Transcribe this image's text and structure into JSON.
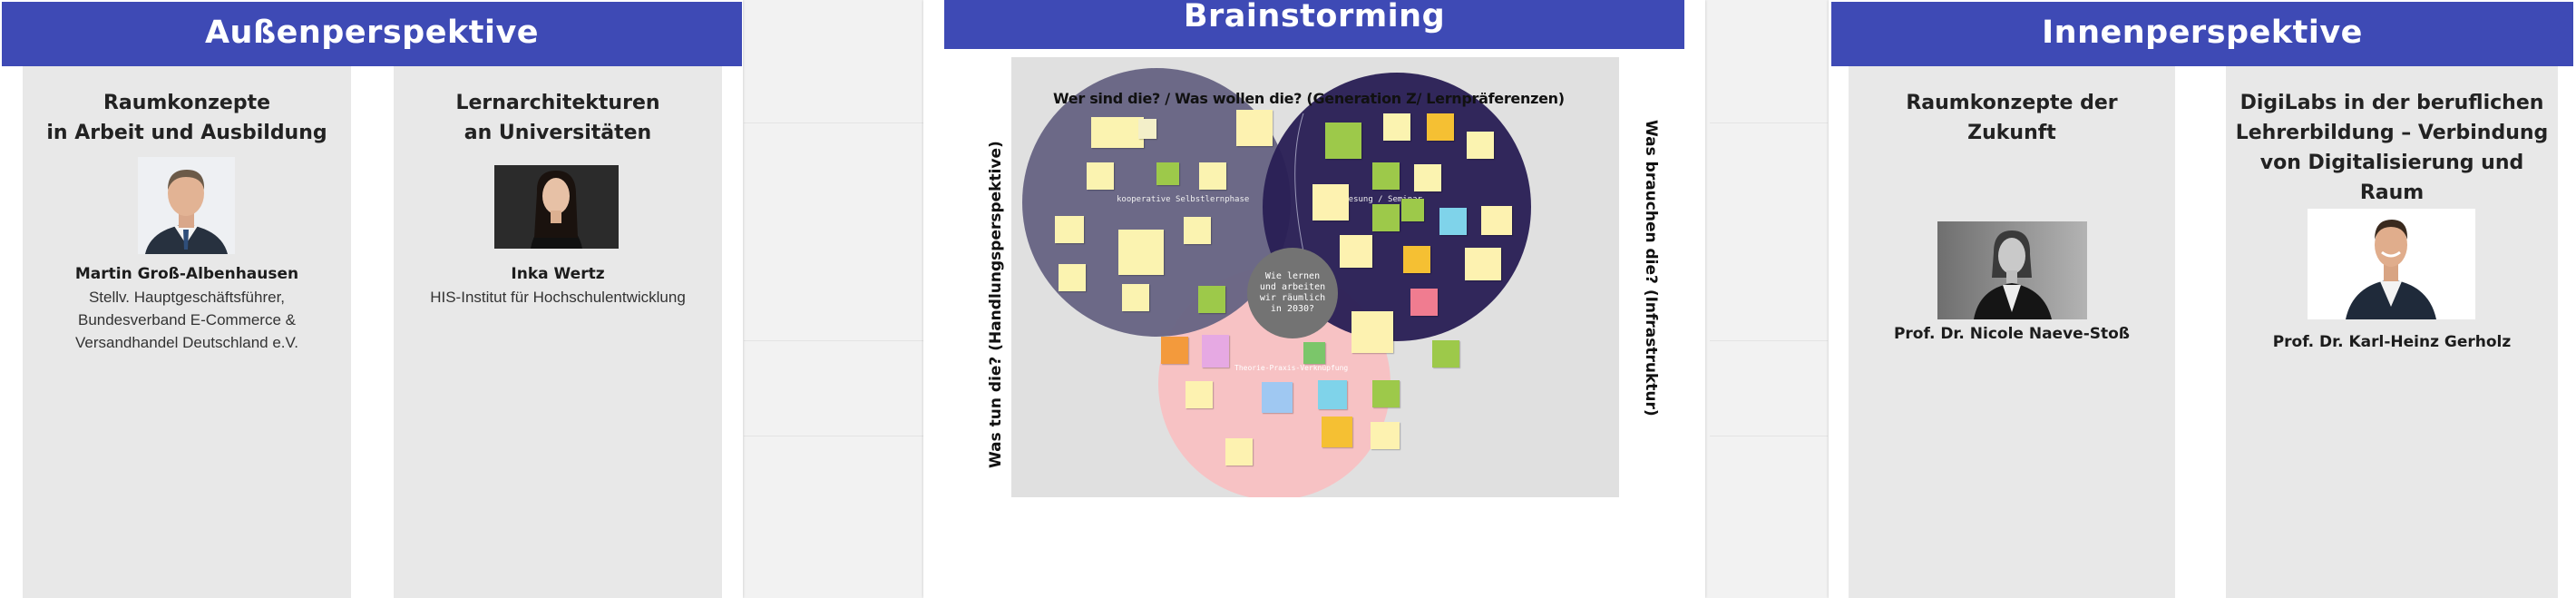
{
  "colors": {
    "banner": "#3e4ab5",
    "panel": "#e8e8e8",
    "canvas": "#e0e0e0",
    "circle_top_left": "#686584",
    "circle_top_right": "#2a1f55",
    "circle_bottom": "#f7c2c4",
    "center_disc": "#737373"
  },
  "outer": {
    "title": "Außenperspektive",
    "speakers": [
      {
        "topic_lines": [
          "Raumkonzepte",
          "in Arbeit und Ausbildung"
        ],
        "name": "Martin Groß-Albenhausen",
        "role_lines": [
          "Stellv. Hauptgeschäftsführer,",
          "Bundesverband E-Commerce &",
          "Versandhandel Deutschland e.V."
        ]
      },
      {
        "topic_lines": [
          "Lernarchitekturen",
          "an Universitäten"
        ],
        "name": "Inka Wertz",
        "role_lines": [
          "HIS-Institut für Hochschulentwicklung"
        ]
      }
    ]
  },
  "brainstorm": {
    "title": "Brainstorming",
    "top_label": "Wer sind die? / Was wollen die? (Generation Z/ Lernpräferenzen)",
    "left_label": "Was tun die? (Handlungsperspektive)",
    "right_label": "Was brauchen die? (Infrastruktur)",
    "circle_left_label": "kooperative Selbstlernphase",
    "circle_right_label": "Vorlesung / Seminar",
    "circle_bottom_label": "Theorie-Praxis-Verknüpfung",
    "center_lines": [
      "Wie lernen",
      "und arbeiten",
      "wir räumlich",
      "in 2030?"
    ]
  },
  "inner": {
    "title": "Innenperspektive",
    "speakers": [
      {
        "topic_lines": [
          "Raumkonzepte der",
          "Zukunft"
        ],
        "name": "Prof. Dr. Nicole Naeve-Stoß"
      },
      {
        "topic_lines": [
          "DigiLabs in der beruflichen",
          "Lehrerbildung – Verbindung",
          "von Digitalisierung und Raum"
        ],
        "name": "Prof. Dr. Karl-Heinz Gerholz"
      }
    ]
  }
}
